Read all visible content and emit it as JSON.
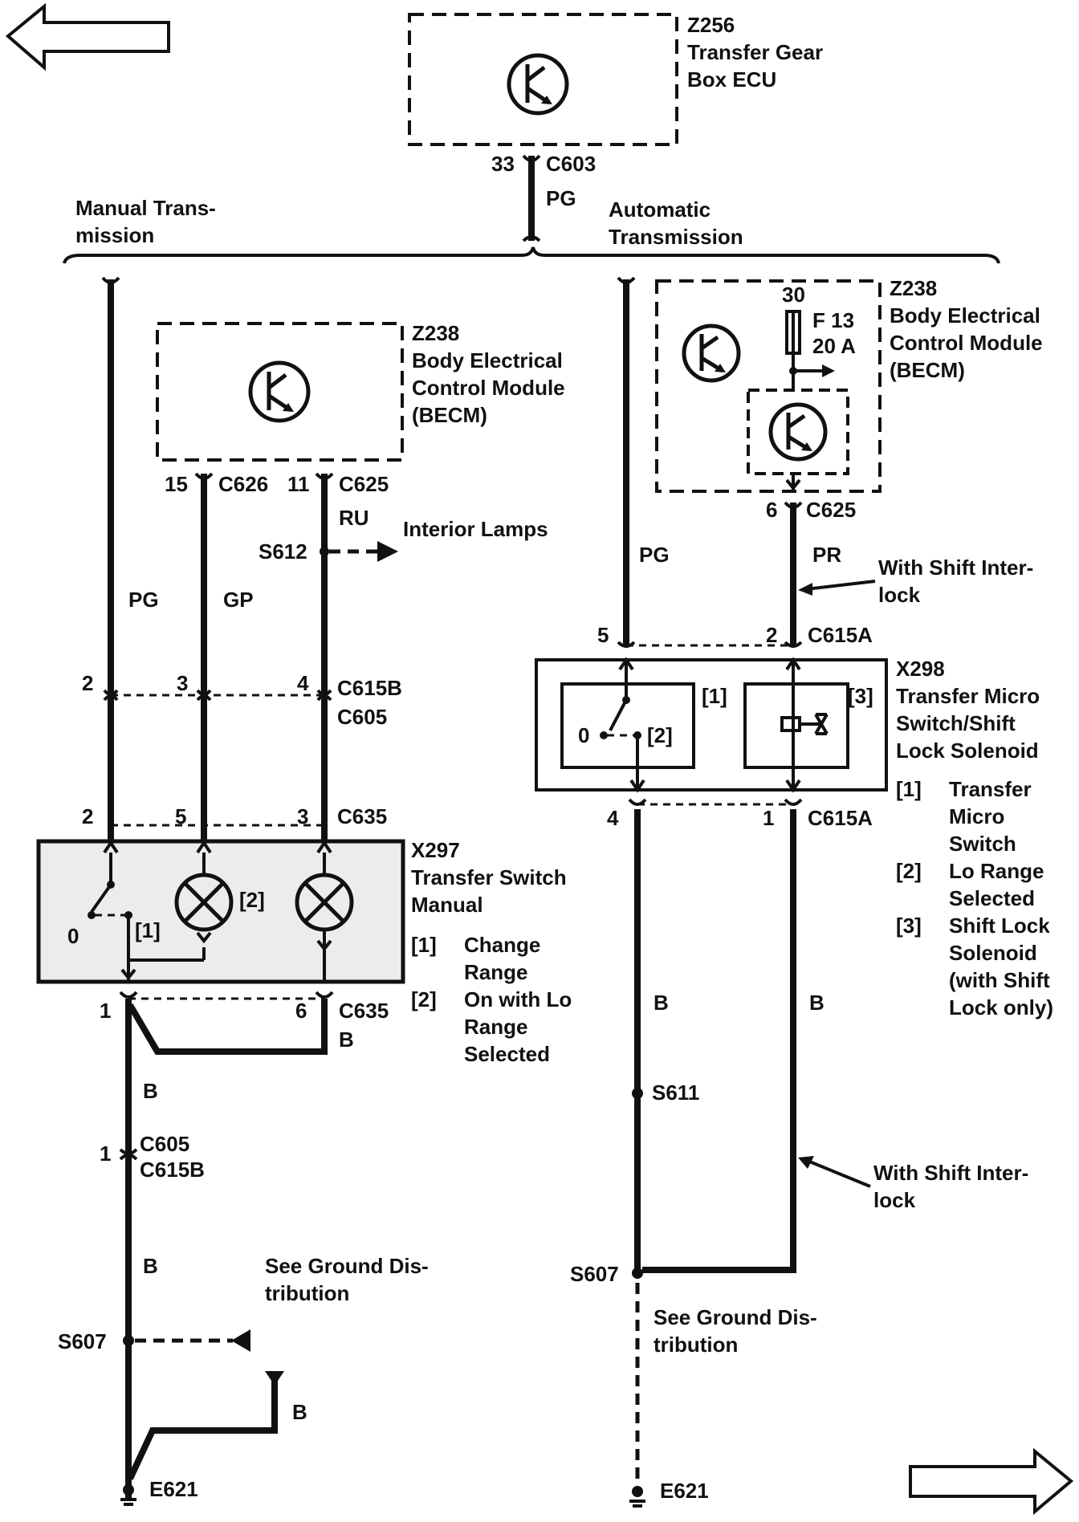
{
  "top_ecu": {
    "id": "Z256",
    "name_line1": "Transfer Gear",
    "name_line2": "Box ECU",
    "pin": "33",
    "connector": "C603",
    "wire_color": "PG"
  },
  "branches": {
    "manual_line1": "Manual Trans-",
    "manual_line2": "mission",
    "auto_line1": "Automatic",
    "auto_line2": "Transmission"
  },
  "manual": {
    "becm": {
      "id": "Z238",
      "line1": "Body Electrical",
      "line2": "Control Module",
      "line3": "(BECM)"
    },
    "pin15": "15",
    "c626": "C626",
    "pin11": "11",
    "c625": "C625",
    "wire_ru": "RU",
    "splice_s612": "S612",
    "interior_lamps": "Interior Lamps",
    "wire_pg": "PG",
    "wire_gp": "GP",
    "pin2a": "2",
    "pin3a": "3",
    "pin4a": "4",
    "c615b": "C615B",
    "c605": "C605",
    "pin2b": "2",
    "pin5b": "5",
    "pin3b": "3",
    "c635_top": "C635",
    "switch": {
      "id": "X297",
      "line1": "Transfer Switch",
      "line2": "Manual",
      "pos0": "0",
      "tag1": "[1]",
      "tag2": "[2]"
    },
    "legend": [
      {
        "tag": "[1]",
        "line1": "Change",
        "line2": "Range",
        "line3": ""
      },
      {
        "tag": "[2]",
        "line1": "On with Lo",
        "line2": "Range",
        "line3": "Selected"
      }
    ],
    "pin1": "1",
    "pin6": "6",
    "c635_bottom": "C635",
    "wire_b1": "B",
    "wire_b2": "B",
    "pin1c": "1",
    "c605b": "C605",
    "c615b2": "C615B",
    "wire_b3": "B",
    "ground_note_line1": "See Ground Dis-",
    "ground_note_line2": "tribution",
    "splice_s607": "S607",
    "wire_b4": "B",
    "ground": "E621"
  },
  "auto": {
    "becm": {
      "id": "Z238",
      "line1": "Body Electrical",
      "line2": "Control Module",
      "line3": "(BECM)"
    },
    "fuse_pin": "30",
    "fuse_name": "F 13",
    "fuse_rating": "20 A",
    "pin6": "6",
    "c625": "C625",
    "wire_pg": "PG",
    "wire_pr": "PR",
    "interlock_line1": "With Shift Inter-",
    "interlock_line2": "lock",
    "pin5": "5",
    "pin2": "2",
    "c615a_top": "C615A",
    "switch": {
      "id": "X298",
      "line1": "Transfer Micro",
      "line2": "Switch/Shift",
      "line3": "Lock Solenoid",
      "pos0": "0",
      "tag1": "[1]",
      "tag2": "[2]",
      "tag3": "[3]"
    },
    "legend": [
      {
        "tag": "[1]",
        "line1": "Transfer",
        "line2": "Micro",
        "line3": "Switch",
        "line4": ""
      },
      {
        "tag": "[2]",
        "line1": "Lo Range",
        "line2": "Selected",
        "line3": "",
        "line4": ""
      },
      {
        "tag": "[3]",
        "line1": "Shift Lock",
        "line2": "Solenoid",
        "line3": "(with Shift",
        "line4": "Lock only)"
      }
    ],
    "pin4": "4",
    "pin1": "1",
    "c615a_bottom": "C615A",
    "wire_b1": "B",
    "wire_b2": "B",
    "splice_s611": "S611",
    "interlock2_line1": "With Shift Inter-",
    "interlock2_line2": "lock",
    "splice_s607": "S607",
    "ground_note_line1": "See Ground Dis-",
    "ground_note_line2": "tribution",
    "ground": "E621"
  },
  "nav": {
    "prev_icon": "left-arrow-icon",
    "next_icon": "right-arrow-icon"
  }
}
